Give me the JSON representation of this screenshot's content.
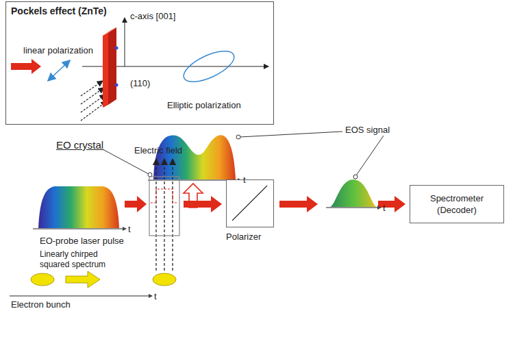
{
  "diagram": {
    "nodes": [
      {
        "text": [
          "Pockels effect (ZnTe)"
        ]
      },
      {
        "text": [
          "Polarizer"
        ]
      },
      {
        "text": [
          "Spectrometer (Decoder)"
        ]
      }
    ],
    "labels": [
      "c-axis [001]",
      "linear polarization",
      "(110)",
      "Elliptic polarization",
      "EOS signal",
      "EO crystal",
      "Electric field",
      "t",
      "t",
      "EO-probe laser pulse",
      "t",
      "Linearly chirped squared spectrum",
      "t",
      "Electron bunch"
    ]
  }
}
